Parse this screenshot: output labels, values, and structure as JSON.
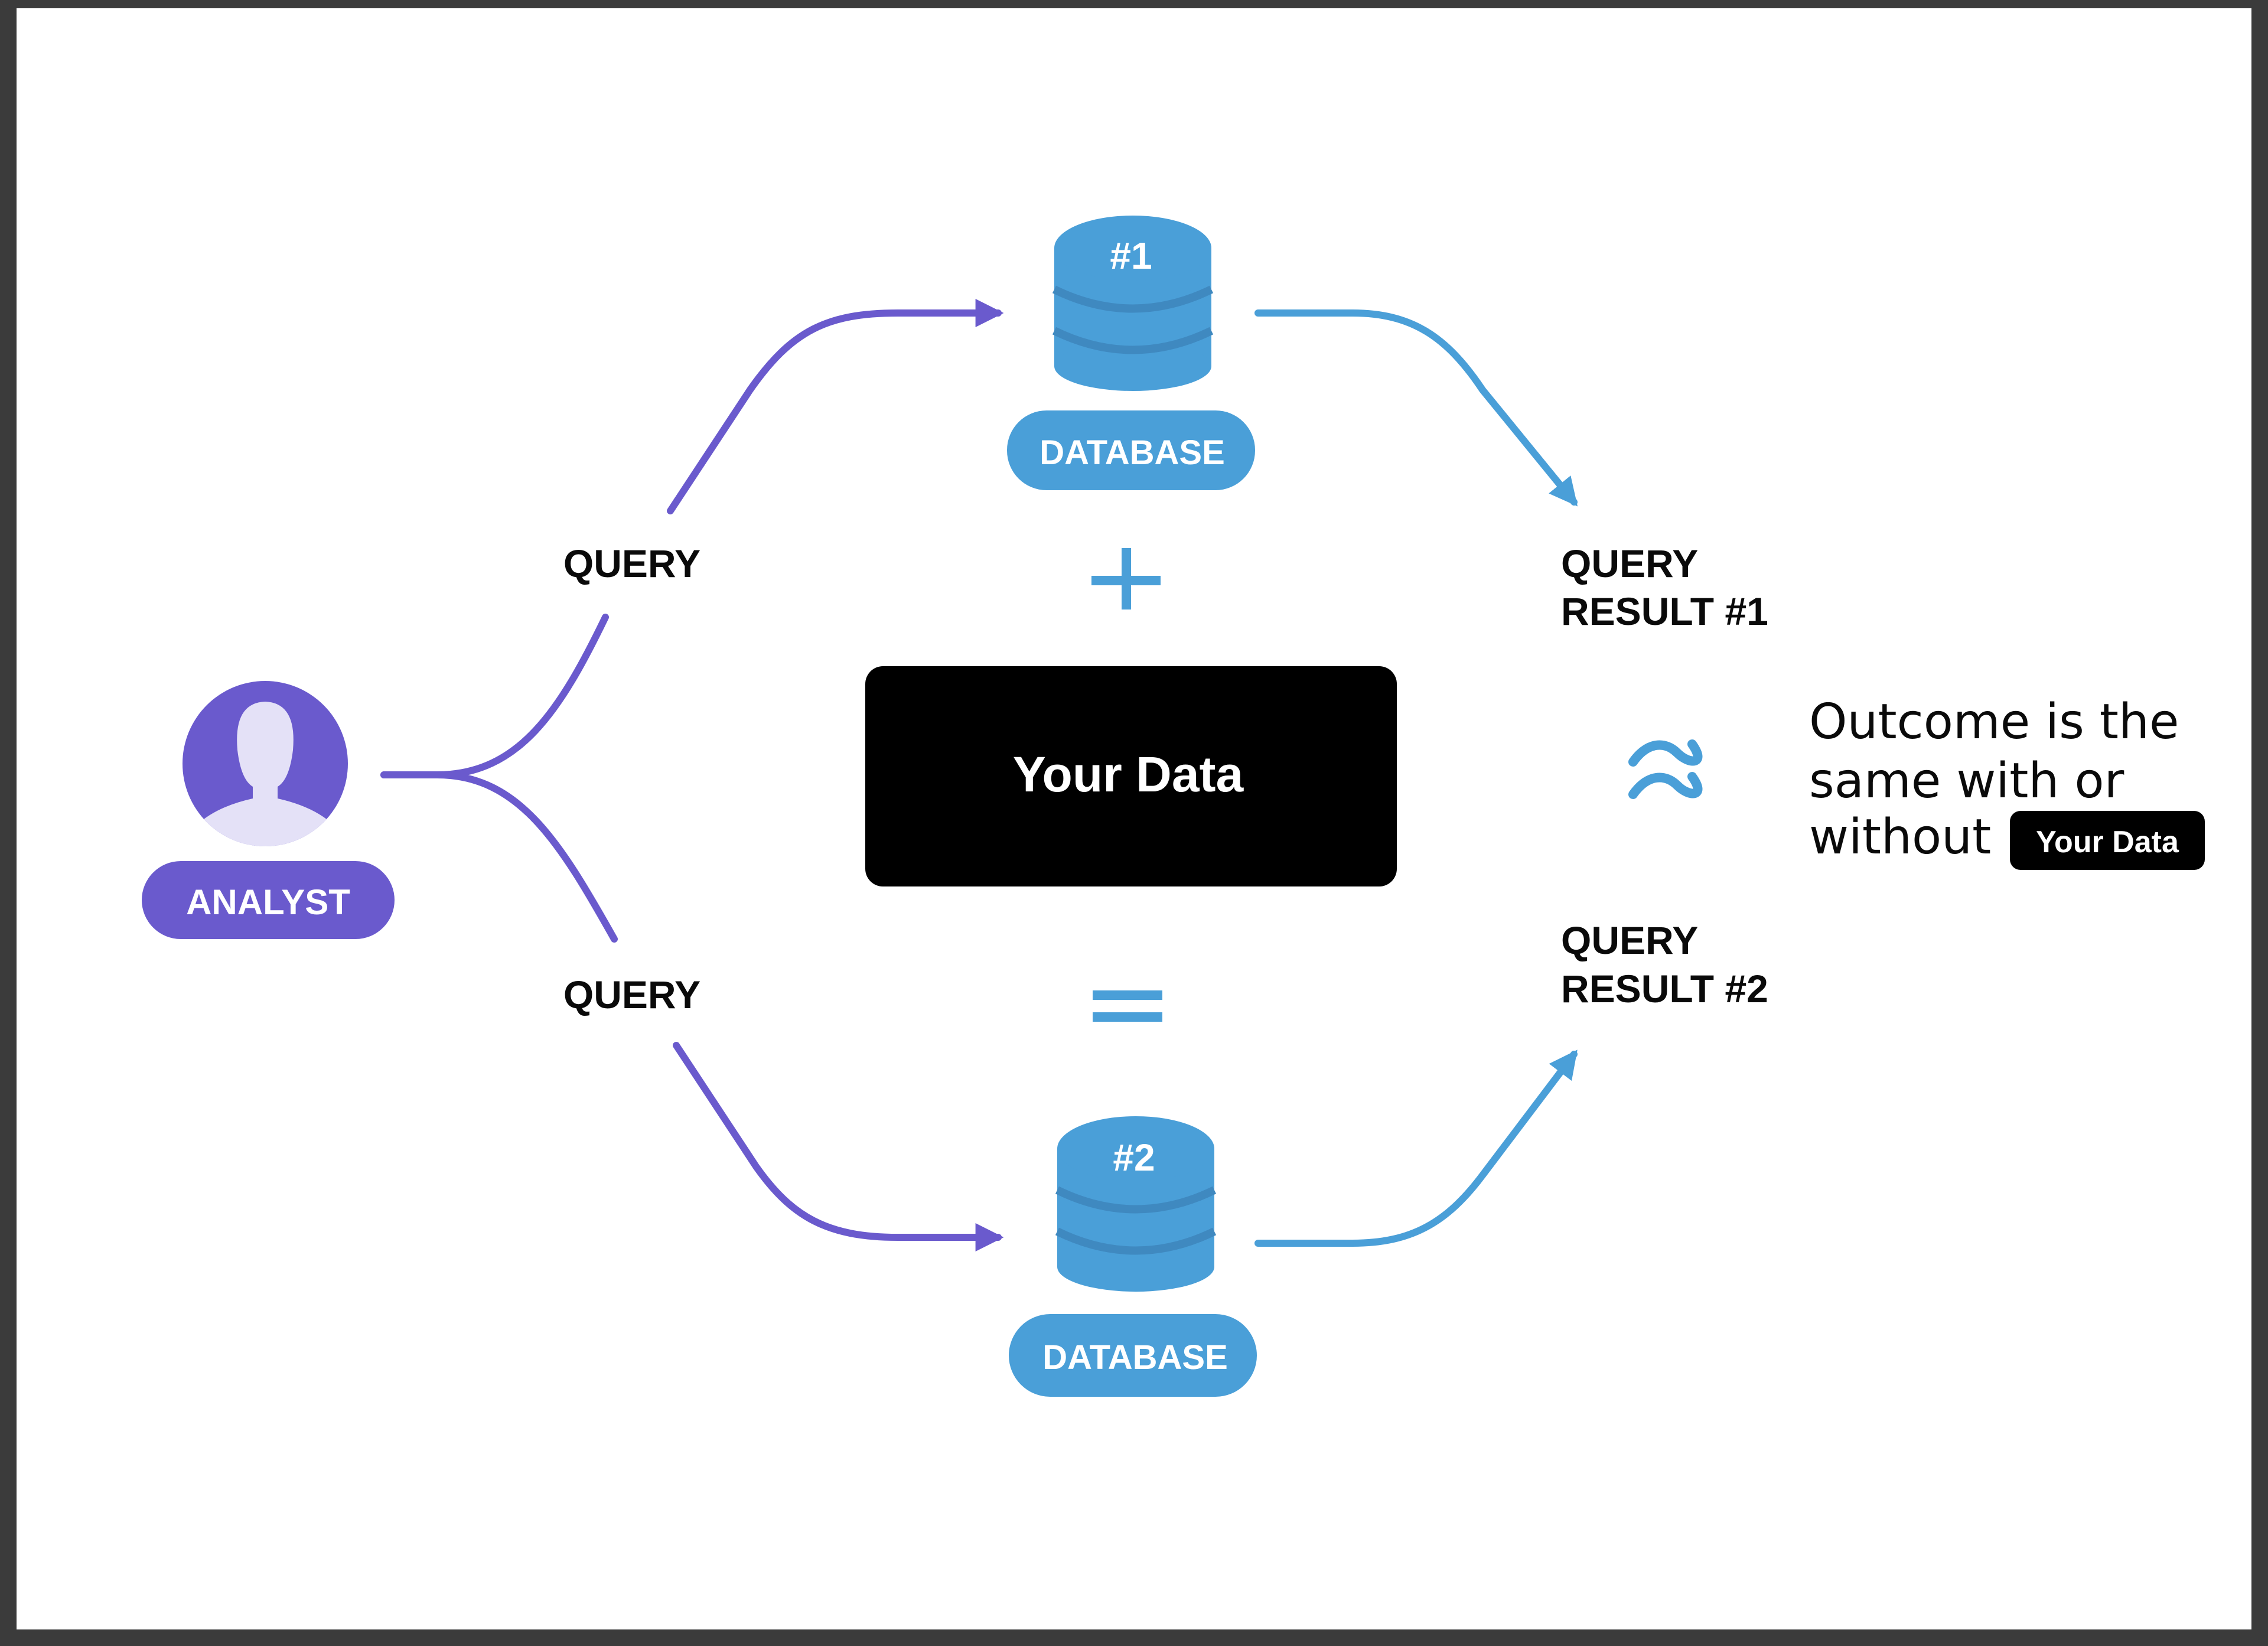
{
  "colors": {
    "frame": "#3b3b3b",
    "background": "#ffffff",
    "purple": "#6a5acd",
    "purple_light": "#e4e1f7",
    "blue": "#4a9fd8",
    "blue_dark": "#3f89c0",
    "black_box": "#000000",
    "text_dark": "#0a0a0a",
    "text_light": "#ffffff"
  },
  "analyst": {
    "icon": "user-avatar-icon",
    "label": "ANALYST"
  },
  "queries": {
    "top_label": "QUERY",
    "bottom_label": "QUERY"
  },
  "database_1": {
    "icon": "database-icon",
    "number": "#1",
    "label": "DATABASE"
  },
  "database_2": {
    "icon": "database-icon",
    "number": "#2",
    "label": "DATABASE"
  },
  "operators": {
    "plus": "+",
    "equals": "=",
    "approx": "≈"
  },
  "your_data_box": {
    "label": "Your Data"
  },
  "results": {
    "result_1_line1": "QUERY",
    "result_1_line2": "RESULT #1",
    "result_2_line1": "QUERY",
    "result_2_line2": "RESULT #2"
  },
  "outcome": {
    "line1": "Outcome is the",
    "line2": "same with or",
    "line3": "without",
    "badge": "Your Data"
  }
}
